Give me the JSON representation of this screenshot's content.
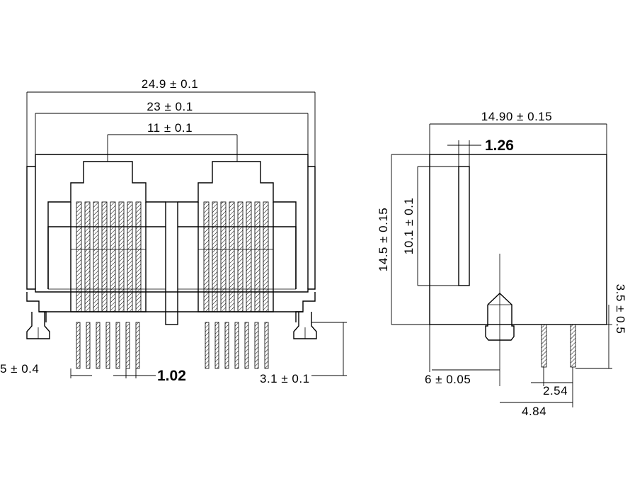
{
  "front_view": {
    "dim_overall": "24.9 ± 0.1",
    "dim_body": "23 ± 0.1",
    "dim_port_pitch": "11 ± 0.1",
    "dim_peg_dia": "5 ± 0.4",
    "dim_pin_pitch": "1.02",
    "dim_peg_length": "3.1 ± 0.1"
  },
  "side_view": {
    "dim_depth": "14.90 ± 0.15",
    "dim_tab": "1.26",
    "dim_height": "14.5 ± 0.15",
    "dim_window": "10.1 ± 0.1",
    "dim_pin_length": "3.5 ± 0.5",
    "dim_offset": "6 ± 0.05",
    "dim_row_pitch": "2.54",
    "dim_peg_to_pin": "4.84"
  }
}
